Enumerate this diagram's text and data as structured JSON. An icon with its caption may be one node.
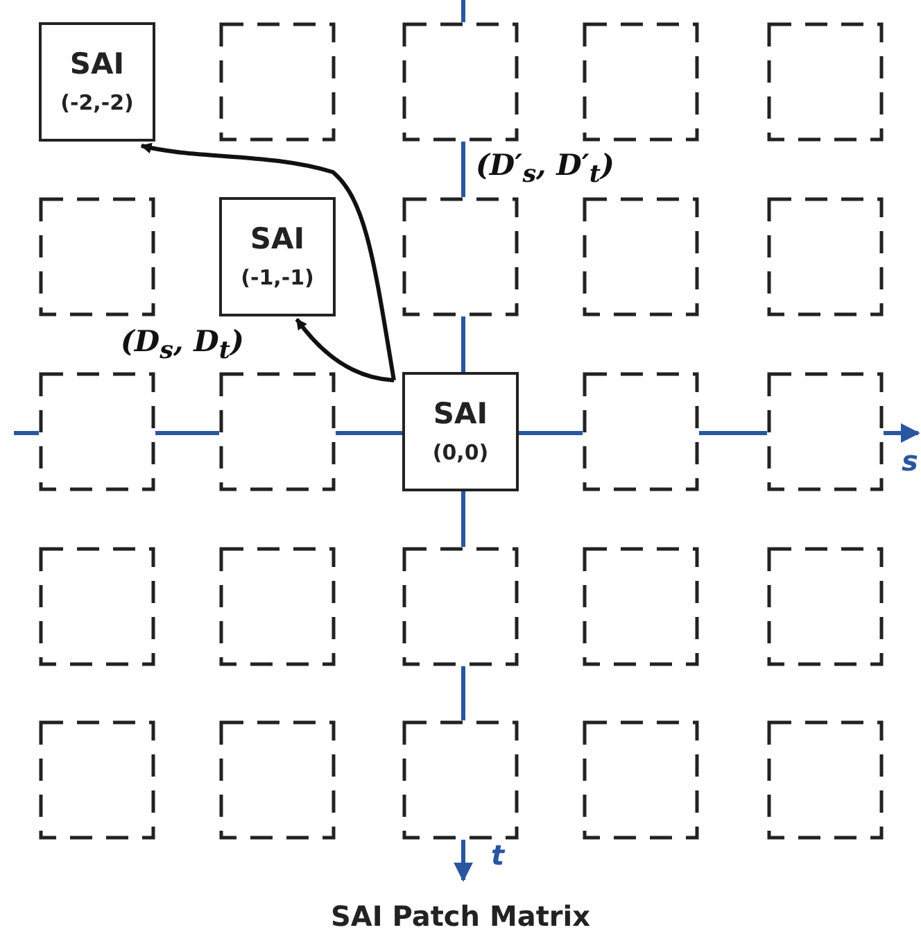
{
  "diagram": {
    "caption": "SAI Patch Matrix",
    "nodes": [
      {
        "text": [
          "SAI",
          "(-2,-2)"
        ]
      },
      {
        "text": [],
        "shape": "box"
      },
      {
        "text": [],
        "shape": "box"
      },
      {
        "text": [],
        "shape": "box"
      },
      {
        "text": [],
        "shape": "box"
      },
      {
        "text": [],
        "shape": "box"
      },
      {
        "text": [
          "SAI",
          "(-1,-1)"
        ]
      },
      {
        "text": [],
        "shape": "box"
      },
      {
        "text": [],
        "shape": "box"
      },
      {
        "text": [],
        "shape": "box"
      },
      {
        "text": [],
        "shape": "box"
      },
      {
        "text": [],
        "shape": "box"
      },
      {
        "text": [
          "SAI",
          "(0,0)"
        ]
      },
      {
        "text": [],
        "shape": "box"
      },
      {
        "text": [],
        "shape": "box"
      },
      {
        "text": [],
        "shape": "box"
      },
      {
        "text": [],
        "shape": "box"
      },
      {
        "text": [],
        "shape": "box"
      },
      {
        "text": [],
        "shape": "box"
      },
      {
        "text": [],
        "shape": "box"
      },
      {
        "text": [],
        "shape": "box"
      },
      {
        "text": [],
        "shape": "box"
      },
      {
        "text": [],
        "shape": "box"
      },
      {
        "text": [],
        "shape": "box"
      },
      {
        "text": [],
        "shape": "box"
      }
    ],
    "edges": [
      {
        "from": 12,
        "to": 6,
        "arrow": "to",
        "label": "(D$_{s}$, D$_{t}$)"
      },
      {
        "from": 12,
        "to": 0,
        "arrow": "to",
        "label": "(D′$_{s}$, D′$_{t}$)"
      }
    ],
    "labels": [
      "s",
      "t"
    ]
  }
}
